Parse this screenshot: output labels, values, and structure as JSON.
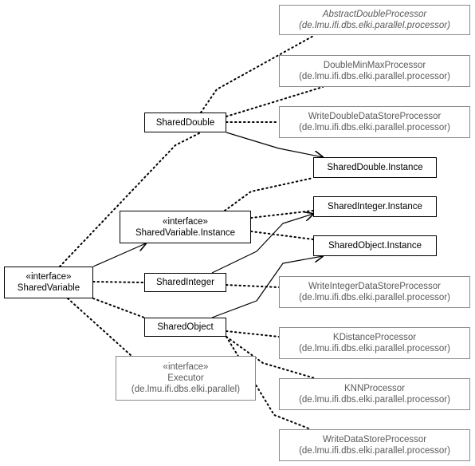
{
  "diagram": {
    "nodes": {
      "abstract_double_processor": {
        "name": "AbstractDoubleProcessor",
        "package": "(de.lmu.ifi.dbs.elki.parallel.processor)"
      },
      "double_min_max_processor": {
        "name": "DoubleMinMaxProcessor",
        "package": "(de.lmu.ifi.dbs.elki.parallel.processor)"
      },
      "write_double_data_store_processor": {
        "name": "WriteDoubleDataStoreProcessor",
        "package": "(de.lmu.ifi.dbs.elki.parallel.processor)"
      },
      "shared_double": {
        "name": "SharedDouble"
      },
      "shared_double_instance": {
        "name": "SharedDouble.Instance"
      },
      "shared_variable_instance": {
        "stereotype": "«interface»",
        "name": "SharedVariable.Instance"
      },
      "shared_integer_instance": {
        "name": "SharedInteger.Instance"
      },
      "shared_object_instance": {
        "name": "SharedObject.Instance"
      },
      "shared_variable": {
        "stereotype": "«interface»",
        "name": "SharedVariable"
      },
      "shared_integer": {
        "name": "SharedInteger"
      },
      "write_integer_data_store_processor": {
        "name": "WriteIntegerDataStoreProcessor",
        "package": "(de.lmu.ifi.dbs.elki.parallel.processor)"
      },
      "shared_object": {
        "name": "SharedObject"
      },
      "k_distance_processor": {
        "name": "KDistanceProcessor",
        "package": "(de.lmu.ifi.dbs.elki.parallel.processor)"
      },
      "executor": {
        "stereotype": "«interface»",
        "name": "Executor",
        "package": "(de.lmu.ifi.dbs.elki.parallel)"
      },
      "knn_processor": {
        "name": "KNNProcessor",
        "package": "(de.lmu.ifi.dbs.elki.parallel.processor)"
      },
      "write_data_store_processor": {
        "name": "WriteDataStoreProcessor",
        "package": "(de.lmu.ifi.dbs.elki.parallel.processor)"
      }
    },
    "edges": [
      {
        "from": "shared_double",
        "to": "abstract_double_processor",
        "kind": "dependency"
      },
      {
        "from": "shared_double",
        "to": "double_min_max_processor",
        "kind": "dependency"
      },
      {
        "from": "shared_double",
        "to": "write_double_data_store_processor",
        "kind": "dependency"
      },
      {
        "from": "shared_double",
        "to": "shared_double_instance",
        "kind": "navigable"
      },
      {
        "from": "shared_variable",
        "to": "shared_double",
        "kind": "dependency"
      },
      {
        "from": "shared_variable",
        "to": "shared_variable_instance",
        "kind": "navigable"
      },
      {
        "from": "shared_variable",
        "to": "shared_integer",
        "kind": "dependency"
      },
      {
        "from": "shared_variable",
        "to": "shared_object",
        "kind": "dependency"
      },
      {
        "from": "shared_variable",
        "to": "executor",
        "kind": "dependency"
      },
      {
        "from": "shared_variable_instance",
        "to": "shared_double_instance",
        "kind": "dependency"
      },
      {
        "from": "shared_variable_instance",
        "to": "shared_integer_instance",
        "kind": "dependency"
      },
      {
        "from": "shared_variable_instance",
        "to": "shared_object_instance",
        "kind": "dependency"
      },
      {
        "from": "shared_integer",
        "to": "shared_integer_instance",
        "kind": "navigable"
      },
      {
        "from": "shared_integer",
        "to": "write_integer_data_store_processor",
        "kind": "dependency"
      },
      {
        "from": "shared_object",
        "to": "shared_object_instance",
        "kind": "navigable"
      },
      {
        "from": "shared_object",
        "to": "k_distance_processor",
        "kind": "dependency"
      },
      {
        "from": "shared_object",
        "to": "knn_processor",
        "kind": "dependency"
      },
      {
        "from": "shared_object",
        "to": "write_data_store_processor",
        "kind": "dependency"
      }
    ]
  }
}
